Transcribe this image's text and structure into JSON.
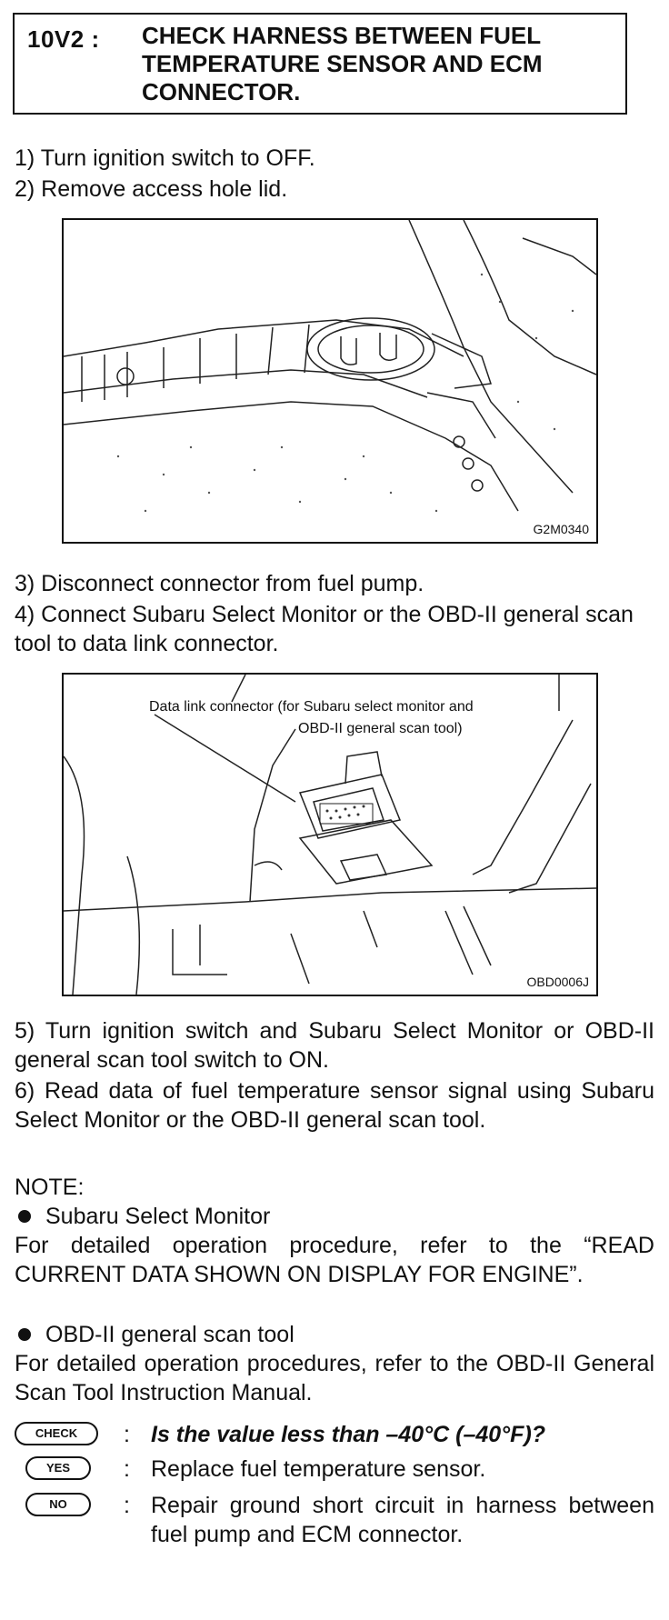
{
  "header": {
    "id": "10V2 :",
    "title": "CHECK HARNESS BETWEEN FUEL TEMPERATURE SENSOR AND ECM CONNECTOR."
  },
  "steps_a": {
    "s1": "1) Turn ignition switch to OFF.",
    "s2": "2) Remove access hole lid."
  },
  "figure1": {
    "code": "G2M0340"
  },
  "steps_b": {
    "s3": "3) Disconnect connector from fuel pump.",
    "s4": "4) Connect Subaru Select Monitor or the OBD-II general scan tool to data link connector."
  },
  "figure2": {
    "label_line1": "Data link connector (for Subaru select monitor and",
    "label_line2": "OBD-II general scan tool)",
    "code": "OBD0006J"
  },
  "steps_c": {
    "s5": "5) Turn ignition switch and Subaru Select Monitor or OBD-II general scan tool switch to ON.",
    "s6": "6) Read data of fuel temperature sensor signal using Subaru Select Monitor or the OBD-II general scan tool."
  },
  "note": {
    "heading": "NOTE:",
    "bullet1": "Subaru Select Monitor",
    "text1": "For detailed operation procedure, refer to the “READ CURRENT DATA SHOWN ON DISPLAY FOR ENGINE”.",
    "bullet2": "OBD-II general scan tool",
    "text2": "For detailed operation procedures, refer to the OBD-II General Scan Tool Instruction Manual."
  },
  "results": {
    "check_badge": "CHECK",
    "check_text": "Is the value less than –40°C (–40°F)?",
    "yes_badge": "YES",
    "yes_text": "Replace fuel temperature sensor.",
    "no_badge": "NO",
    "no_text": "Repair ground short circuit in harness between fuel pump and ECM connector.",
    "colon": ":"
  }
}
